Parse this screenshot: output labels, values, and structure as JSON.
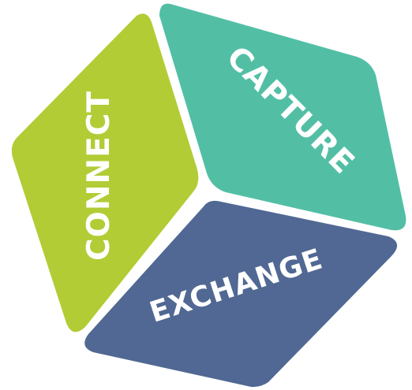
{
  "diagram": {
    "faces": [
      {
        "id": "connect",
        "label": "CONNECT",
        "color": "#b2cc35"
      },
      {
        "id": "capture",
        "label": "CAPTURE",
        "color": "#52bfa5"
      },
      {
        "id": "exchange",
        "label": "EXCHANGE",
        "color": "#506893"
      }
    ],
    "text_color": "#ffffff",
    "background": "#ffffff"
  }
}
